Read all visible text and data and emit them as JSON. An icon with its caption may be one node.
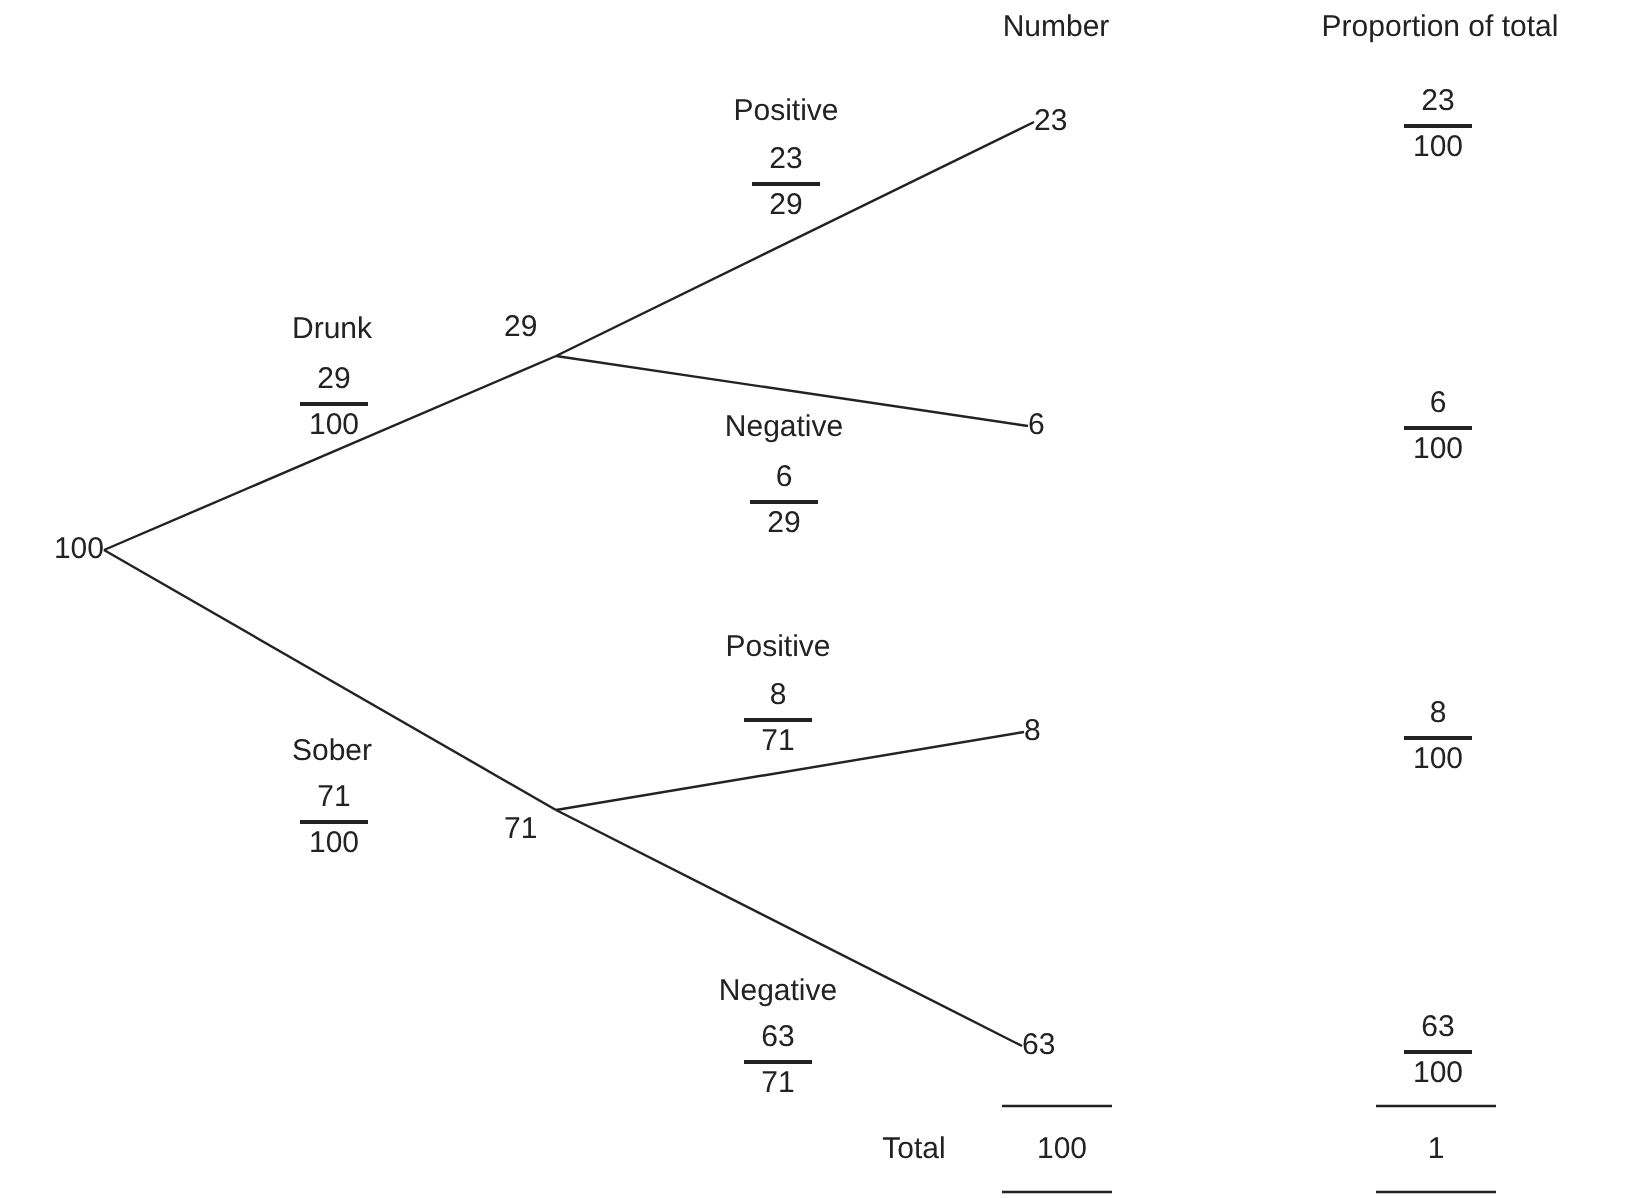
{
  "diagram": {
    "nodes": [
      {
        "text": [
          "100"
        ]
      },
      {
        "text": [
          "29"
        ]
      },
      {
        "text": [
          "71"
        ]
      },
      {
        "text": [
          "23"
        ]
      },
      {
        "text": [
          "6"
        ]
      },
      {
        "text": [
          "8"
        ]
      },
      {
        "text": [
          "63"
        ]
      }
    ],
    "edges": [
      {
        "from": 0,
        "to": 1,
        "arrow": "none",
        "label": "Drunk"
      },
      {
        "from": 1,
        "to": 3,
        "arrow": "none",
        "label": "Positive"
      },
      {
        "from": 1,
        "to": 4,
        "arrow": "none",
        "label": "Negative"
      },
      {
        "from": 0,
        "to": 2,
        "arrow": "none",
        "label": "Sober"
      },
      {
        "from": 2,
        "to": 5,
        "arrow": "none",
        "label": "Positive"
      },
      {
        "from": 2,
        "to": 6,
        "arrow": "none",
        "label": "Negative"
      }
    ],
    "labels": [
      "Number",
      "Proportion of total",
      "23",
      "29",
      "23",
      "100",
      "29",
      "100",
      "6",
      "29",
      "6",
      "100",
      "8",
      "71",
      "8",
      "100",
      "71",
      "100",
      "63",
      "71",
      "63",
      "100",
      "Total",
      "100",
      "1"
    ]
  }
}
